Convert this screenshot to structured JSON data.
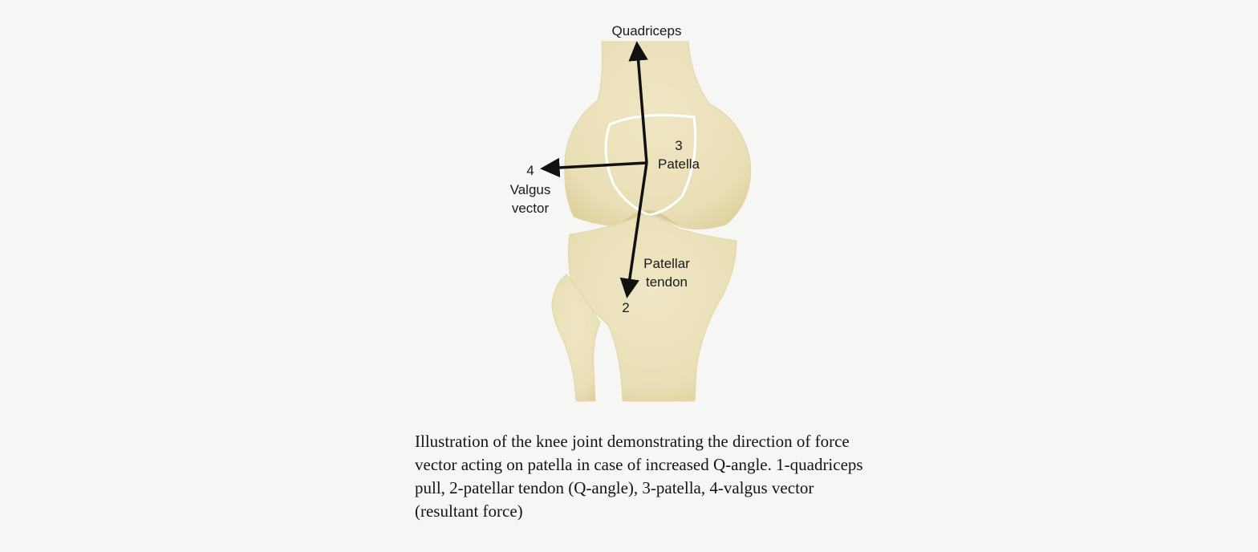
{
  "diagram": {
    "labels": {
      "quadriceps": "Quadriceps",
      "patella_number": "3",
      "patella": "Patella",
      "valgus_number": "4",
      "valgus_line1": "Valgus",
      "valgus_line2": "vector",
      "tendon_line1": "Patellar",
      "tendon_line2": "tendon",
      "tendon_number": "2"
    },
    "colors": {
      "bone": "#ebe1bb",
      "bone_shadow": "#d6c88f",
      "arrow": "#111111",
      "patella_outline": "#ffffff"
    }
  },
  "caption": "Illustration of the knee joint demonstrating the direction of force vector acting on patella in case of increased Q-angle. 1-quadriceps pull, 2-patellar tendon (Q-angle), 3-patella, 4-valgus vector (resultant force)"
}
